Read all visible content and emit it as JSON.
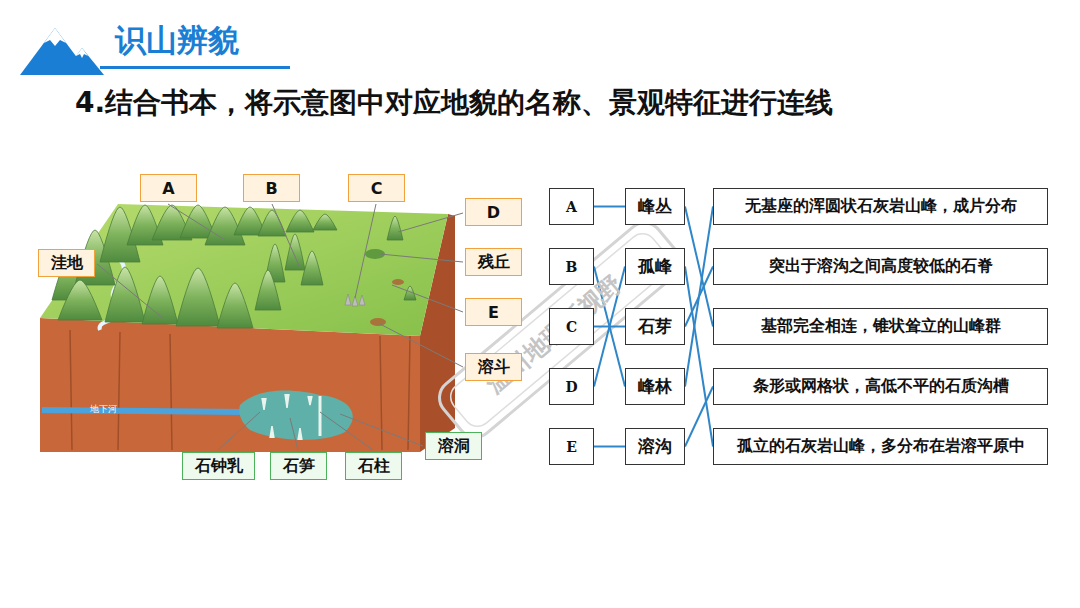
{
  "diagram": {
    "title": "4.结合书本，将示意图中对应地貌的名称、景观特征进行连线",
    "nodes": [
      {
        "text": [
          "A"
        ]
      },
      {
        "text": [
          "B"
        ]
      },
      {
        "text": [
          "C"
        ]
      },
      {
        "text": [
          "D"
        ]
      },
      {
        "text": [
          "洼地"
        ]
      },
      {
        "text": [
          "残丘"
        ]
      },
      {
        "text": [
          "E"
        ]
      },
      {
        "text": [
          "溶斗"
        ]
      },
      {
        "text": [
          "溶洞"
        ]
      },
      {
        "text": [
          "石钟乳"
        ]
      },
      {
        "text": [
          "石笋"
        ]
      },
      {
        "text": [
          "石柱"
        ]
      },
      {
        "text": [
          "A"
        ]
      },
      {
        "text": [
          "峰丛"
        ]
      },
      {
        "text": [
          "无基座的浑圆状石灰岩山峰，成片分布"
        ]
      },
      {
        "text": [
          "B"
        ]
      },
      {
        "text": [
          "孤峰"
        ]
      },
      {
        "text": [
          "突出于溶沟之间高度较低的石脊"
        ]
      },
      {
        "text": [
          "C"
        ]
      },
      {
        "text": [
          "石芽"
        ]
      },
      {
        "text": [
          "基部完全相连，锥状耸立的山峰群"
        ]
      },
      {
        "text": [
          "D"
        ]
      },
      {
        "text": [
          "峰林"
        ]
      },
      {
        "text": [
          "条形或网格状，高低不平的石质沟槽"
        ]
      },
      {
        "text": [
          "E"
        ]
      },
      {
        "text": [
          "溶沟"
        ]
      },
      {
        "text": [
          "孤立的石灰岩山峰，多分布在岩溶平原中"
        ]
      }
    ],
    "edges": [
      {
        "from": 12,
        "to": 13,
        "arrow": "none"
      },
      {
        "from": 15,
        "to": 22,
        "arrow": "none"
      },
      {
        "from": 18,
        "to": 19,
        "arrow": "none"
      },
      {
        "from": 21,
        "to": 16,
        "arrow": "none"
      },
      {
        "from": 24,
        "to": 25,
        "arrow": "none"
      },
      {
        "from": 13,
        "to": 20,
        "arrow": "none"
      },
      {
        "from": 16,
        "to": 26,
        "arrow": "none"
      },
      {
        "from": 19,
        "to": 17,
        "arrow": "none"
      },
      {
        "from": 22,
        "to": 14,
        "arrow": "none"
      },
      {
        "from": 25,
        "to": 23,
        "arrow": "none"
      }
    ],
    "labels": [
      "识山辨貌",
      "地下河",
      "温州地理新视野"
    ]
  }
}
